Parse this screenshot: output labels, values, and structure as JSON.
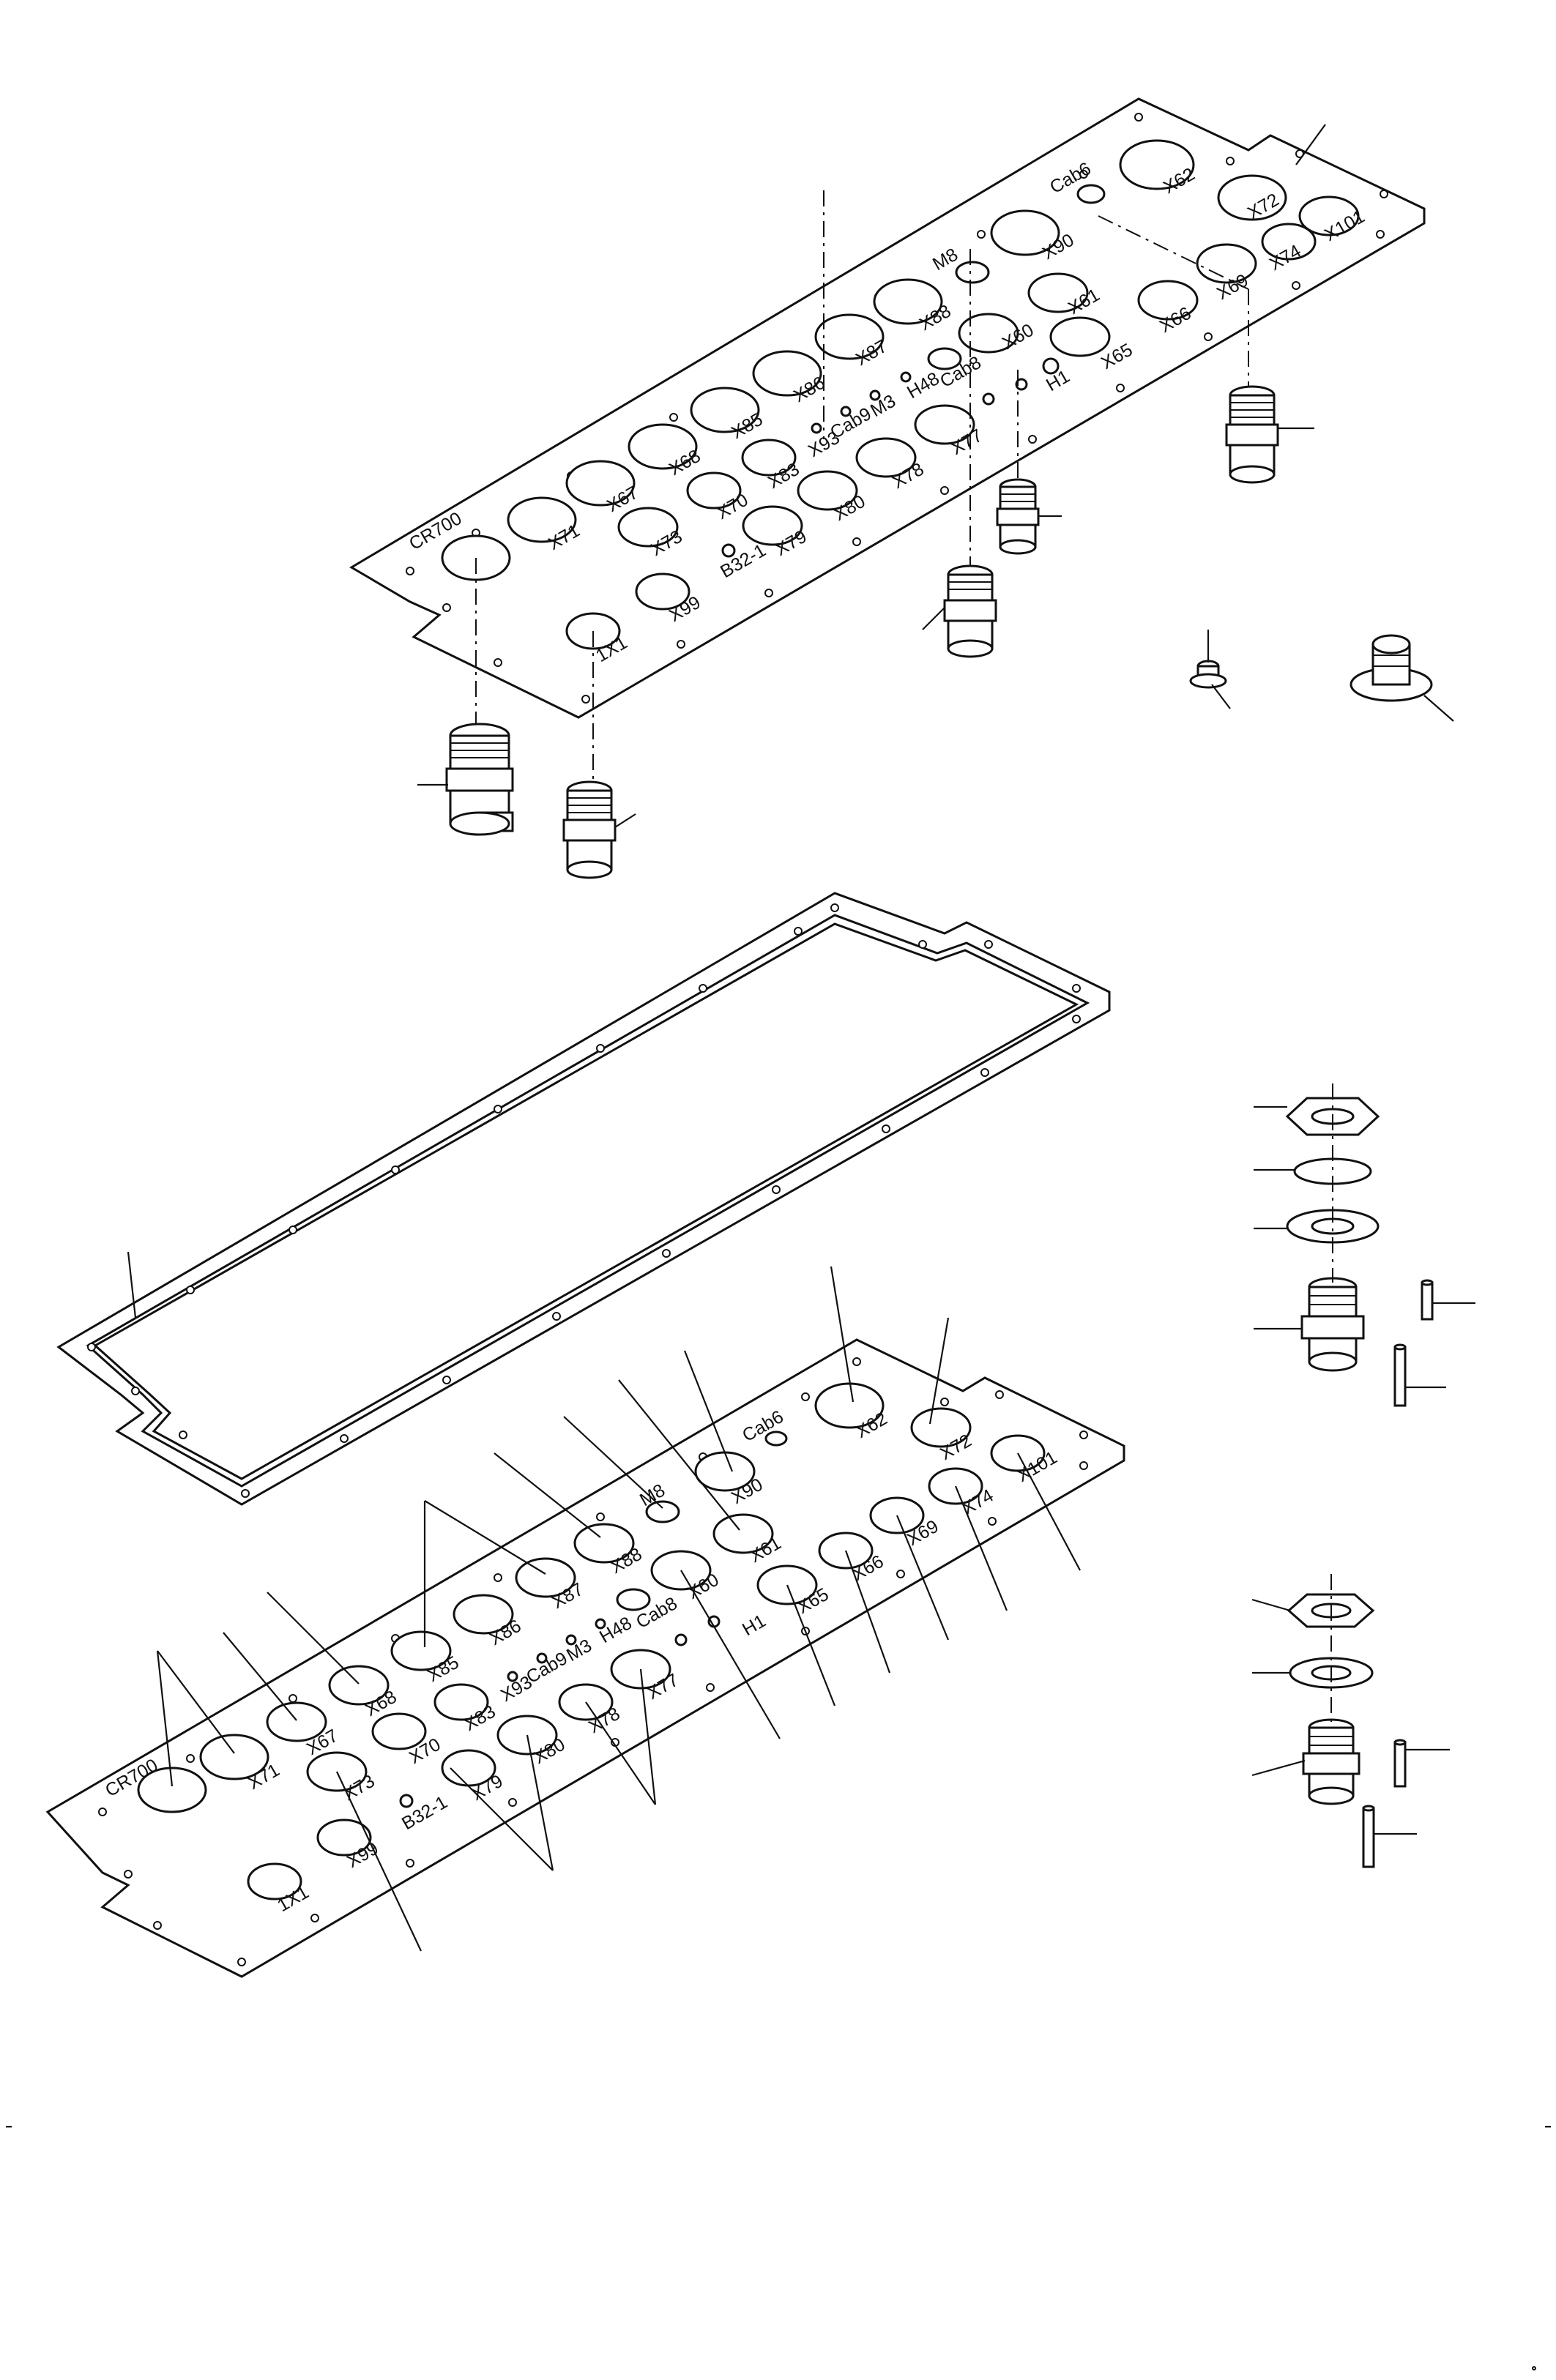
{
  "diagram": {
    "top_plate": {
      "labels": [
        "CR700",
        "X71",
        "X67",
        "X68",
        "X85",
        "X86",
        "X87",
        "X88",
        "X90",
        "Cab6",
        "X62",
        "X72",
        "X101",
        "M8",
        "X60",
        "X61",
        "X66",
        "X69",
        "X74",
        "X65",
        "H1",
        "Cab8",
        "H48",
        "M3",
        "Cab9",
        "X93",
        "X83",
        "X70",
        "X73",
        "X79",
        "X80",
        "X78",
        "X77",
        "B32-1",
        "X99",
        "1X1"
      ]
    },
    "bottom_plate": {
      "labels": [
        "CR700",
        "X71",
        "X67",
        "X68",
        "X85",
        "X86",
        "X87",
        "X88",
        "X90",
        "Cab6",
        "X62",
        "X72",
        "X101",
        "M8",
        "X61",
        "X60",
        "X66",
        "X69",
        "X74",
        "X65",
        "H1",
        "Cab8",
        "H48",
        "M3",
        "Cab9",
        "X93",
        "X83",
        "X70",
        "X73",
        "X79",
        "X80",
        "X78",
        "X77",
        "B32-1",
        "X99",
        "1X1"
      ]
    }
  }
}
